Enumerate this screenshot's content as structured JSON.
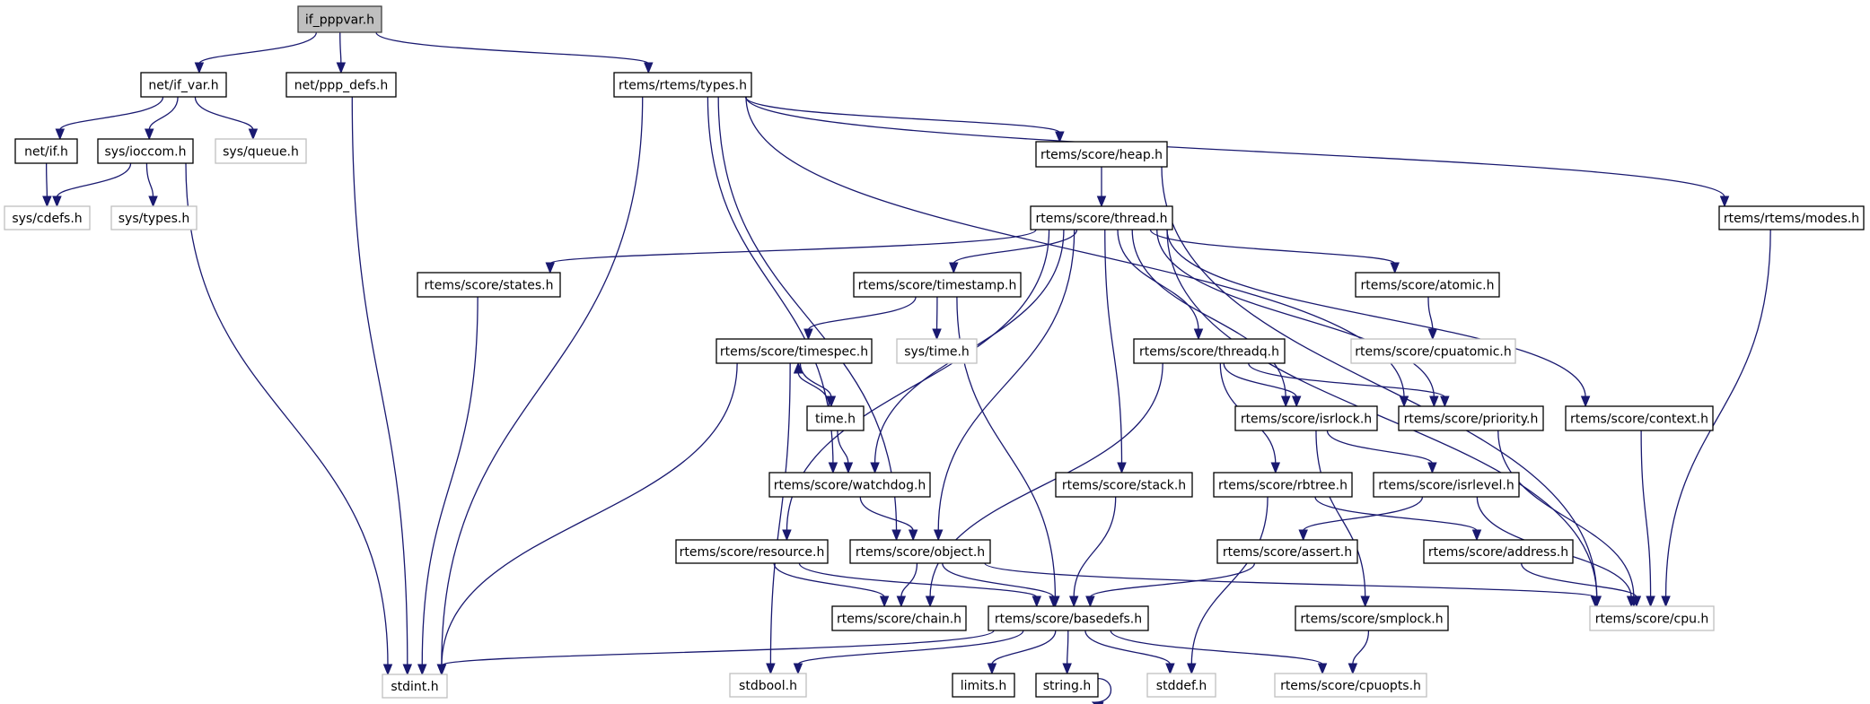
{
  "title": "if_pppvar.h include dependency graph",
  "colors": {
    "edge": "#191970",
    "root_fill": "#bfbfbf",
    "root_border": "#404040",
    "documented_border": "#000000",
    "external_border": "#bfbfbf"
  },
  "nodes": [
    {
      "id": "if_pppvar",
      "label": "if_pppvar.h",
      "kind": "root"
    },
    {
      "id": "if_var",
      "label": "net/if_var.h",
      "kind": "doc"
    },
    {
      "id": "ppp_defs",
      "label": "net/ppp_defs.h",
      "kind": "doc"
    },
    {
      "id": "types",
      "label": "rtems/rtems/types.h",
      "kind": "doc"
    },
    {
      "id": "if",
      "label": "net/if.h",
      "kind": "doc"
    },
    {
      "id": "ioccom",
      "label": "sys/ioccom.h",
      "kind": "doc"
    },
    {
      "id": "queue",
      "label": "sys/queue.h",
      "kind": "ext"
    },
    {
      "id": "cdefs",
      "label": "sys/cdefs.h",
      "kind": "ext"
    },
    {
      "id": "systypes",
      "label": "sys/types.h",
      "kind": "ext"
    },
    {
      "id": "heap",
      "label": "rtems/score/heap.h",
      "kind": "doc"
    },
    {
      "id": "thread",
      "label": "rtems/score/thread.h",
      "kind": "doc"
    },
    {
      "id": "modes",
      "label": "rtems/rtems/modes.h",
      "kind": "doc"
    },
    {
      "id": "states",
      "label": "rtems/score/states.h",
      "kind": "doc"
    },
    {
      "id": "timestamp",
      "label": "rtems/score/timestamp.h",
      "kind": "doc"
    },
    {
      "id": "atomic",
      "label": "rtems/score/atomic.h",
      "kind": "doc"
    },
    {
      "id": "timespec",
      "label": "rtems/score/timespec.h",
      "kind": "doc"
    },
    {
      "id": "systime",
      "label": "sys/time.h",
      "kind": "ext"
    },
    {
      "id": "threadq",
      "label": "rtems/score/threadq.h",
      "kind": "doc"
    },
    {
      "id": "cpuatomic",
      "label": "rtems/score/cpuatomic.h",
      "kind": "ext"
    },
    {
      "id": "time",
      "label": "time.h",
      "kind": "doc"
    },
    {
      "id": "isrlock",
      "label": "rtems/score/isrlock.h",
      "kind": "doc"
    },
    {
      "id": "priority",
      "label": "rtems/score/priority.h",
      "kind": "doc"
    },
    {
      "id": "context",
      "label": "rtems/score/context.h",
      "kind": "doc"
    },
    {
      "id": "watchdog",
      "label": "rtems/score/watchdog.h",
      "kind": "doc"
    },
    {
      "id": "stack",
      "label": "rtems/score/stack.h",
      "kind": "doc"
    },
    {
      "id": "rbtree",
      "label": "rtems/score/rbtree.h",
      "kind": "doc"
    },
    {
      "id": "isrlevel",
      "label": "rtems/score/isrlevel.h",
      "kind": "doc"
    },
    {
      "id": "resource",
      "label": "rtems/score/resource.h",
      "kind": "doc"
    },
    {
      "id": "object",
      "label": "rtems/score/object.h",
      "kind": "doc"
    },
    {
      "id": "assert",
      "label": "rtems/score/assert.h",
      "kind": "doc"
    },
    {
      "id": "address",
      "label": "rtems/score/address.h",
      "kind": "doc"
    },
    {
      "id": "chain",
      "label": "rtems/score/chain.h",
      "kind": "doc"
    },
    {
      "id": "basedefs",
      "label": "rtems/score/basedefs.h",
      "kind": "doc"
    },
    {
      "id": "smplock",
      "label": "rtems/score/smplock.h",
      "kind": "doc"
    },
    {
      "id": "cpu",
      "label": "rtems/score/cpu.h",
      "kind": "ext"
    },
    {
      "id": "stdint",
      "label": "stdint.h",
      "kind": "ext"
    },
    {
      "id": "stdbool",
      "label": "stdbool.h",
      "kind": "ext"
    },
    {
      "id": "limits",
      "label": "limits.h",
      "kind": "doc"
    },
    {
      "id": "string",
      "label": "string.h",
      "kind": "doc"
    },
    {
      "id": "stddef",
      "label": "stddef.h",
      "kind": "ext"
    },
    {
      "id": "cpuopts",
      "label": "rtems/score/cpuopts.h",
      "kind": "ext"
    }
  ],
  "edges": [
    [
      "if_pppvar",
      "if_var"
    ],
    [
      "if_pppvar",
      "ppp_defs"
    ],
    [
      "if_pppvar",
      "types"
    ],
    [
      "if_var",
      "if"
    ],
    [
      "if_var",
      "ioccom"
    ],
    [
      "if_var",
      "queue"
    ],
    [
      "if",
      "cdefs"
    ],
    [
      "ioccom",
      "cdefs"
    ],
    [
      "ioccom",
      "systypes"
    ],
    [
      "ioccom",
      "stdint"
    ],
    [
      "ppp_defs",
      "stdint"
    ],
    [
      "types",
      "stdint"
    ],
    [
      "types",
      "heap"
    ],
    [
      "types",
      "object"
    ],
    [
      "types",
      "watchdog"
    ],
    [
      "types",
      "priority"
    ],
    [
      "types",
      "modes"
    ],
    [
      "heap",
      "thread"
    ],
    [
      "heap",
      "cpu"
    ],
    [
      "modes",
      "cpu"
    ],
    [
      "thread",
      "states"
    ],
    [
      "thread",
      "timestamp"
    ],
    [
      "thread",
      "atomic"
    ],
    [
      "thread",
      "threadq"
    ],
    [
      "thread",
      "isrlock"
    ],
    [
      "thread",
      "priority"
    ],
    [
      "thread",
      "context"
    ],
    [
      "thread",
      "watchdog"
    ],
    [
      "thread",
      "stack"
    ],
    [
      "thread",
      "resource"
    ],
    [
      "thread",
      "object"
    ],
    [
      "thread",
      "cpu"
    ],
    [
      "states",
      "stdint"
    ],
    [
      "timestamp",
      "timespec"
    ],
    [
      "timestamp",
      "systime"
    ],
    [
      "timestamp",
      "basedefs"
    ],
    [
      "atomic",
      "cpuatomic"
    ],
    [
      "timespec",
      "time"
    ],
    [
      "timespec",
      "stdint"
    ],
    [
      "timespec",
      "stdbool"
    ],
    [
      "time",
      "timespec"
    ],
    [
      "time",
      "watchdog"
    ],
    [
      "threadq",
      "isrlock"
    ],
    [
      "threadq",
      "priority"
    ],
    [
      "threadq",
      "rbtree"
    ],
    [
      "threadq",
      "chain"
    ],
    [
      "isrlock",
      "isrlevel"
    ],
    [
      "isrlock",
      "smplock"
    ],
    [
      "priority",
      "cpu"
    ],
    [
      "context",
      "cpu"
    ],
    [
      "watchdog",
      "object"
    ],
    [
      "stack",
      "basedefs"
    ],
    [
      "rbtree",
      "address"
    ],
    [
      "rbtree",
      "stddef"
    ],
    [
      "isrlevel",
      "assert"
    ],
    [
      "isrlevel",
      "cpu"
    ],
    [
      "resource",
      "chain"
    ],
    [
      "resource",
      "basedefs"
    ],
    [
      "object",
      "chain"
    ],
    [
      "object",
      "basedefs"
    ],
    [
      "object",
      "cpu"
    ],
    [
      "assert",
      "basedefs"
    ],
    [
      "address",
      "cpu"
    ],
    [
      "smplock",
      "cpuopts"
    ],
    [
      "basedefs",
      "stdint"
    ],
    [
      "basedefs",
      "stdbool"
    ],
    [
      "basedefs",
      "limits"
    ],
    [
      "basedefs",
      "string"
    ],
    [
      "basedefs",
      "stddef"
    ],
    [
      "basedefs",
      "cpuopts"
    ],
    [
      "string",
      "string"
    ]
  ]
}
